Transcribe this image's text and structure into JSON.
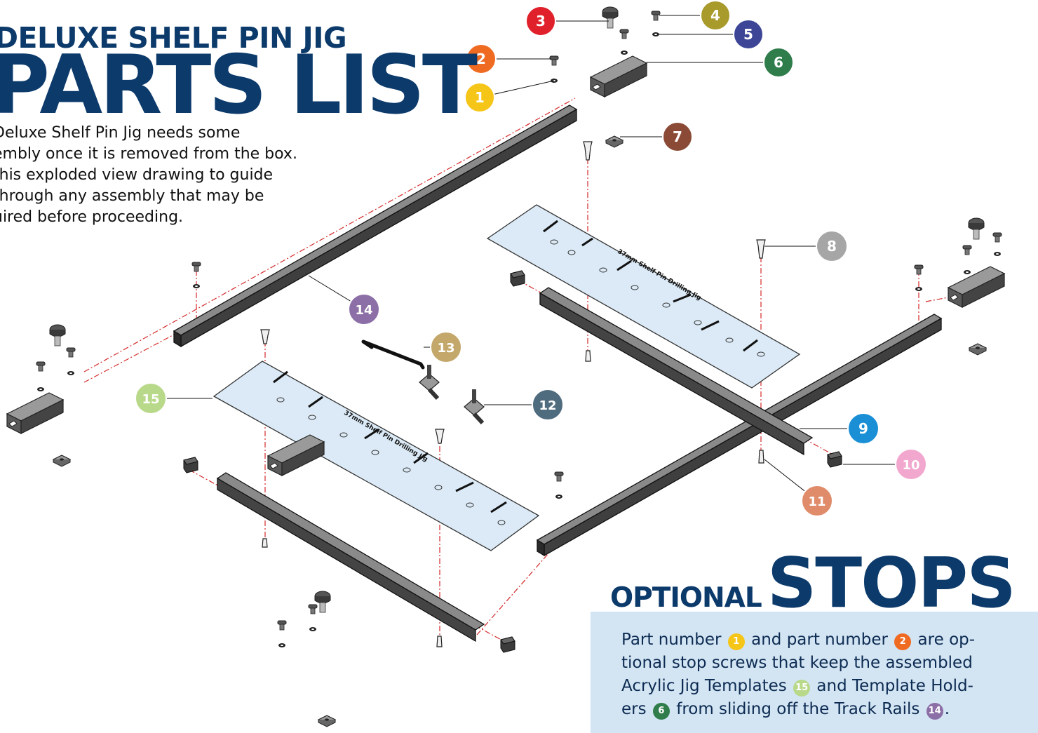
{
  "header": {
    "title_small": "DELUXE SHELF PIN JIG",
    "title_big": "PARTS LIST"
  },
  "intro_lines": [
    "Deluxe Shelf Pin Jig needs some",
    "embly once it is removed from the box.",
    "this exploded view drawing to guide",
    "through any assembly that may be",
    "uired before proceeding."
  ],
  "template_engraving": "37mm Shelf Pin Drilling Jig",
  "callouts": [
    {
      "label": "1",
      "color": "#f5c518",
      "text_color": "#ffffff"
    },
    {
      "label": "2",
      "color": "#f06b22",
      "text_color": "#ffffff"
    },
    {
      "label": "3",
      "color": "#e0202a",
      "text_color": "#ffffff"
    },
    {
      "label": "4",
      "color": "#a99a2c",
      "text_color": "#ffffff"
    },
    {
      "label": "5",
      "color": "#3c4596",
      "text_color": "#ffffff"
    },
    {
      "label": "6",
      "color": "#2f7d4b",
      "text_color": "#ffffff"
    },
    {
      "label": "7",
      "color": "#8b4a36",
      "text_color": "#ffffff"
    },
    {
      "label": "8",
      "color": "#a6a6a6",
      "text_color": "#ffffff"
    },
    {
      "label": "9",
      "color": "#1a8fd6",
      "text_color": "#ffffff"
    },
    {
      "label": "10",
      "color": "#f2a7ce",
      "text_color": "#ffffff"
    },
    {
      "label": "11",
      "color": "#e08c6b",
      "text_color": "#ffffff"
    },
    {
      "label": "12",
      "color": "#4f6b7e",
      "text_color": "#ffffff"
    },
    {
      "label": "13",
      "color": "#c4a86b",
      "text_color": "#ffffff"
    },
    {
      "label": "14",
      "color": "#8c6fa6",
      "text_color": "#ffffff"
    },
    {
      "label": "15",
      "color": "#b9d98a",
      "text_color": "#ffffff"
    }
  ],
  "stops": {
    "heading_small": "OPTIONAL",
    "heading_big": "STOPS",
    "line1_a": "Part number ",
    "line1_b": " and part number ",
    "line1_c": " are op-",
    "line2": "tional stop screws that keep the assembled",
    "line3_a": "Acrylic Jig Templates ",
    "line3_b": " and Template Hold-",
    "line4_a": "ers ",
    "line4_b": " from sliding off the Track Rails ",
    "line4_c": "."
  }
}
